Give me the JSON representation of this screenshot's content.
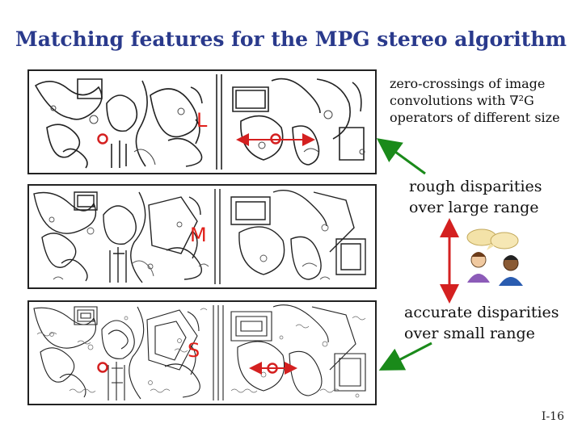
{
  "title": "Matching features for the MPG stereo algorithm",
  "panels": [
    {
      "label": "L"
    },
    {
      "label": "M"
    },
    {
      "label": "S"
    }
  ],
  "notes": {
    "zero_crossings": [
      "zero-crossings of image",
      "convolutions with ∇²G",
      "operators of different size"
    ],
    "rough": [
      "rough disparities",
      "over large range"
    ],
    "accurate": [
      "accurate disparities",
      "over small range"
    ]
  },
  "page_number": "I-16",
  "colors": {
    "title": "#2a3a8c",
    "label": "#e0201a",
    "arrow_green": "#1a8a1a",
    "arrow_red": "#d42020",
    "marker_red": "#d42020"
  },
  "icons": [
    "two-people-talking-icon"
  ]
}
